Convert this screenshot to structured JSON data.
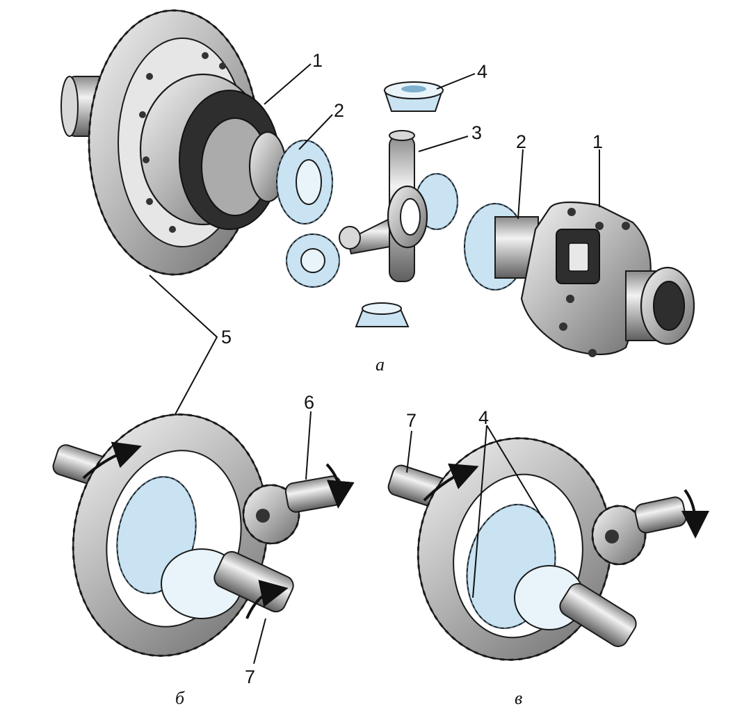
{
  "diagram": {
    "part_labels": {
      "a_1_left": "1",
      "a_2_left": "2",
      "a_3": "3",
      "a_4": "4",
      "a_2_right": "2",
      "a_1_right": "1",
      "label_5": "5",
      "b_6": "6",
      "b_7": "7",
      "c_7": "7",
      "c_4": "4"
    },
    "captions": {
      "a": "а",
      "b": "б",
      "c": "в"
    }
  }
}
